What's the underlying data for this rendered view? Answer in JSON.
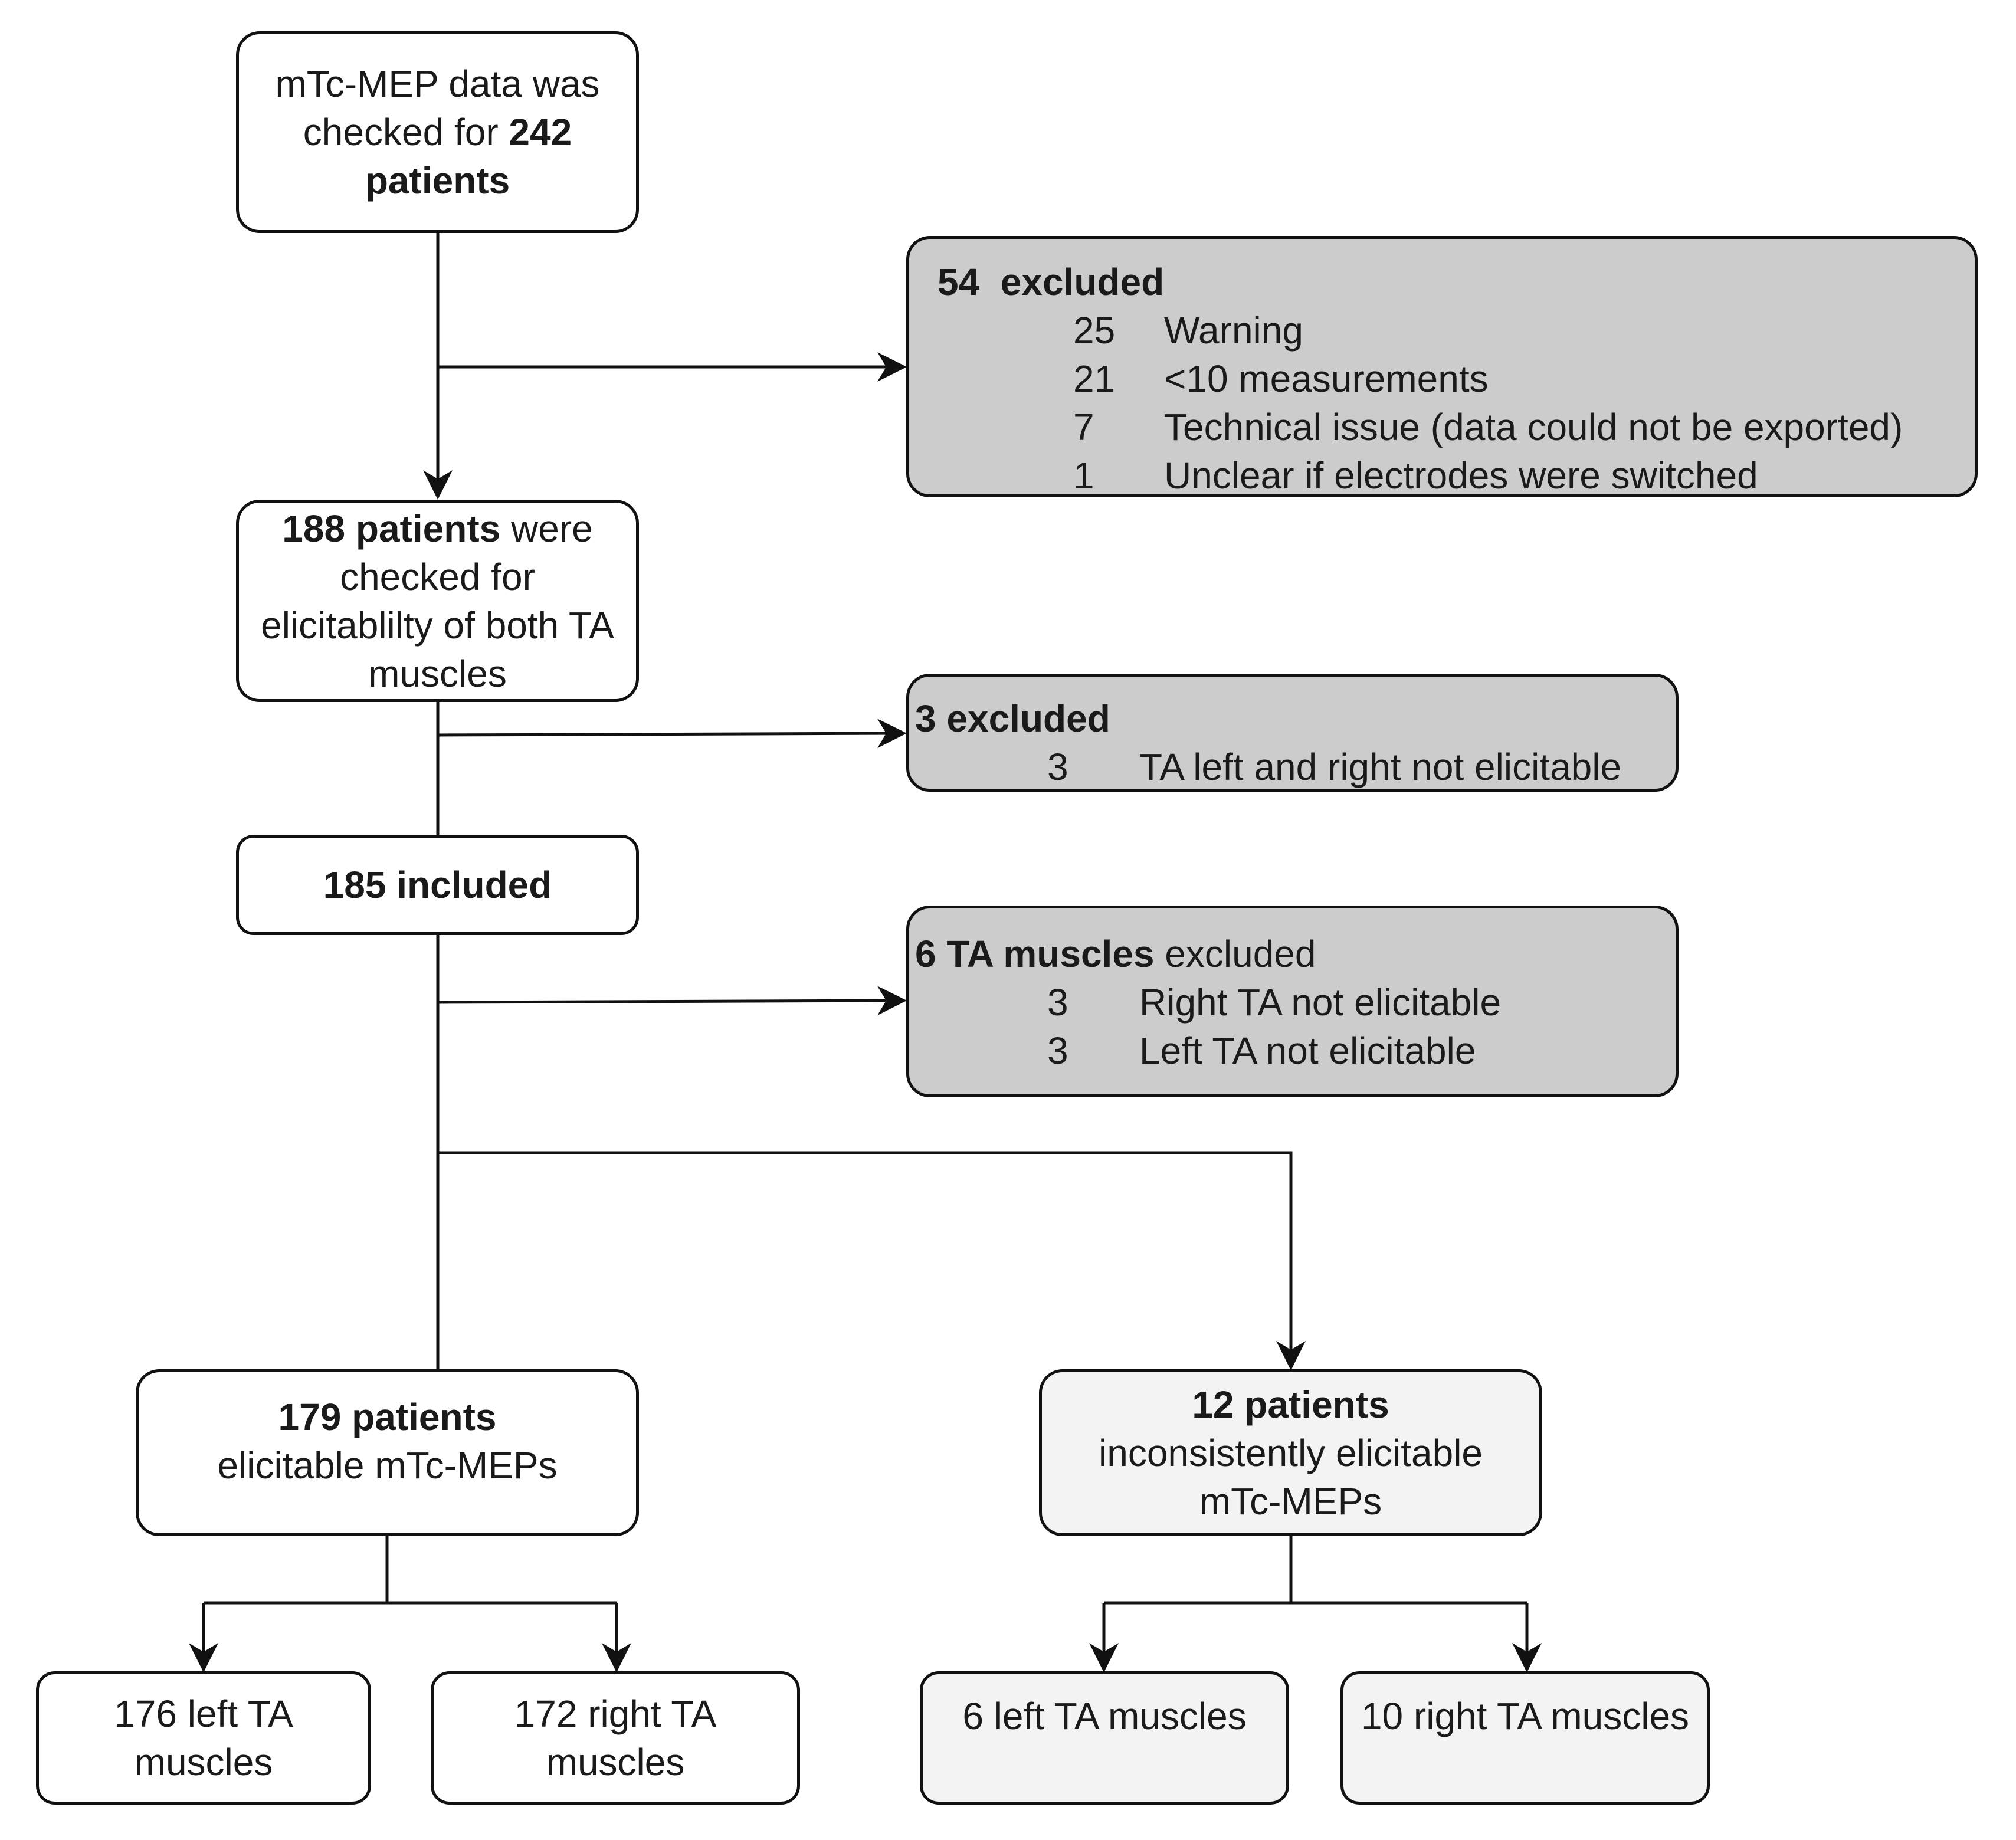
{
  "start": {
    "line1": "mTc-MEP data was",
    "line2_prefix": "checked for ",
    "line2_bold": "242",
    "line3_bold": "patients"
  },
  "exclusion1": {
    "count": "54",
    "label": "excluded",
    "rows": [
      {
        "n": "25",
        "reason": "Warning"
      },
      {
        "n": "21",
        "reason": "<10 measurements"
      },
      {
        "n": "7",
        "reason": "Technical issue (data could not be exported)"
      },
      {
        "n": "1",
        "reason": "Unclear if electrodes were switched"
      }
    ]
  },
  "checked": {
    "bold": "188 patients",
    "rest1": " were",
    "line2": "checked for",
    "line3": "elicitablilty of both TA",
    "line4": "muscles"
  },
  "exclusion2": {
    "title": "3 excluded",
    "rows": [
      {
        "n": "3",
        "reason": "TA left and right not elicitable"
      }
    ]
  },
  "included": {
    "label": "185 included"
  },
  "exclusion3": {
    "bold": "6 TA muscles",
    "rest": " excluded",
    "rows": [
      {
        "n": "3",
        "reason": "Right TA  not elicitable"
      },
      {
        "n": "3",
        "reason": "Left TA not elicitable"
      }
    ]
  },
  "elicitable": {
    "bold": "179 patients",
    "line2": "elicitable mTc-MEPs"
  },
  "inconsistent": {
    "bold": "12 patients",
    "line2": "inconsistently elicitable",
    "line3": "mTc-MEPs"
  },
  "leaves": {
    "left1": {
      "line1": "176 left TA",
      "line2": "muscles"
    },
    "right1": {
      "line1": "172 right TA",
      "line2": "muscles"
    },
    "left2": {
      "line1": "6 left TA muscles"
    },
    "right2": {
      "line1": "10 right TA muscles"
    }
  },
  "colors": {
    "excluded_fill": "#cccccc",
    "inconsistent_fill": "#f3f3f3",
    "line": "#111111"
  }
}
